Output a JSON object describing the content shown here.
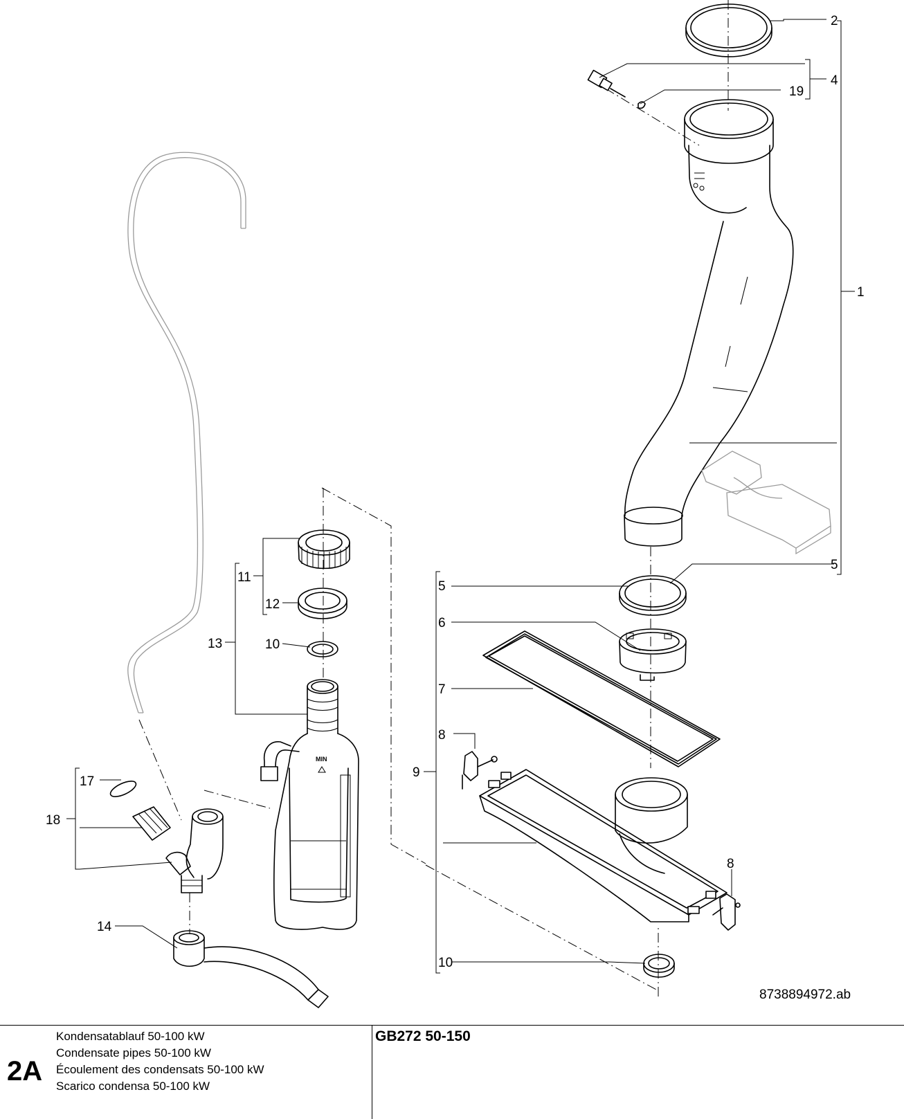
{
  "drawing": {
    "code": "8738894972.ab",
    "callouts": [
      "1",
      "2",
      "4",
      "19",
      "5",
      "5",
      "6",
      "7",
      "8",
      "9",
      "8",
      "10",
      "11",
      "12",
      "13",
      "10",
      "17",
      "18",
      "14"
    ]
  },
  "footer": {
    "section": "2A",
    "descriptions": [
      "Kondensatablauf 50-100 kW",
      "Condensate pipes 50-100 kW",
      "Écoulement des condensats 50-100 kW",
      "Scarico condensa 50-100 kW"
    ],
    "model": "GB272 50-150"
  }
}
